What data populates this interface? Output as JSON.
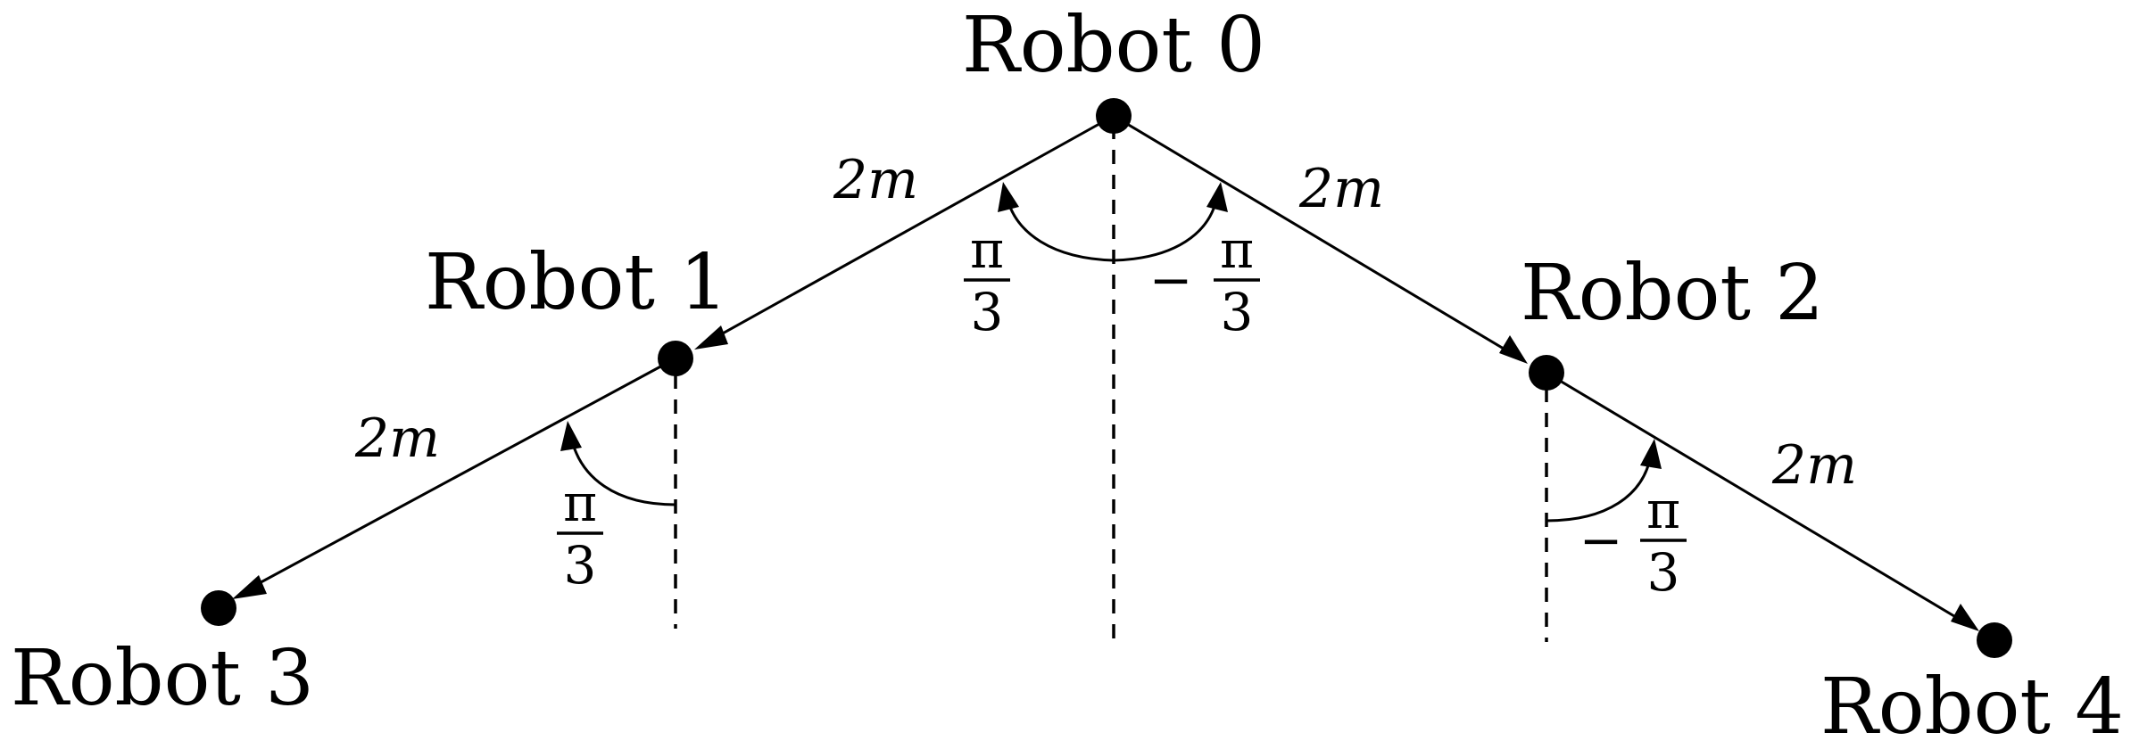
{
  "robots": [
    {
      "id": 0,
      "label": "Robot 0"
    },
    {
      "id": 1,
      "label": "Robot 1"
    },
    {
      "id": 2,
      "label": "Robot 2"
    },
    {
      "id": 3,
      "label": "Robot 3"
    },
    {
      "id": 4,
      "label": "Robot 4"
    }
  ],
  "links": [
    {
      "from": 0,
      "to": 1,
      "distance": "2m"
    },
    {
      "from": 0,
      "to": 2,
      "distance": "2m"
    },
    {
      "from": 1,
      "to": 3,
      "distance": "2m"
    },
    {
      "from": 2,
      "to": 4,
      "distance": "2m"
    }
  ],
  "angles": [
    {
      "at": "robot-0-left",
      "sign": "",
      "numerator": "π",
      "denominator": "3"
    },
    {
      "at": "robot-0-right",
      "sign": "−",
      "numerator": "π",
      "denominator": "3"
    },
    {
      "at": "robot-1",
      "sign": "",
      "numerator": "π",
      "denominator": "3"
    },
    {
      "at": "robot-2",
      "sign": "−",
      "numerator": "π",
      "denominator": "3"
    }
  ]
}
